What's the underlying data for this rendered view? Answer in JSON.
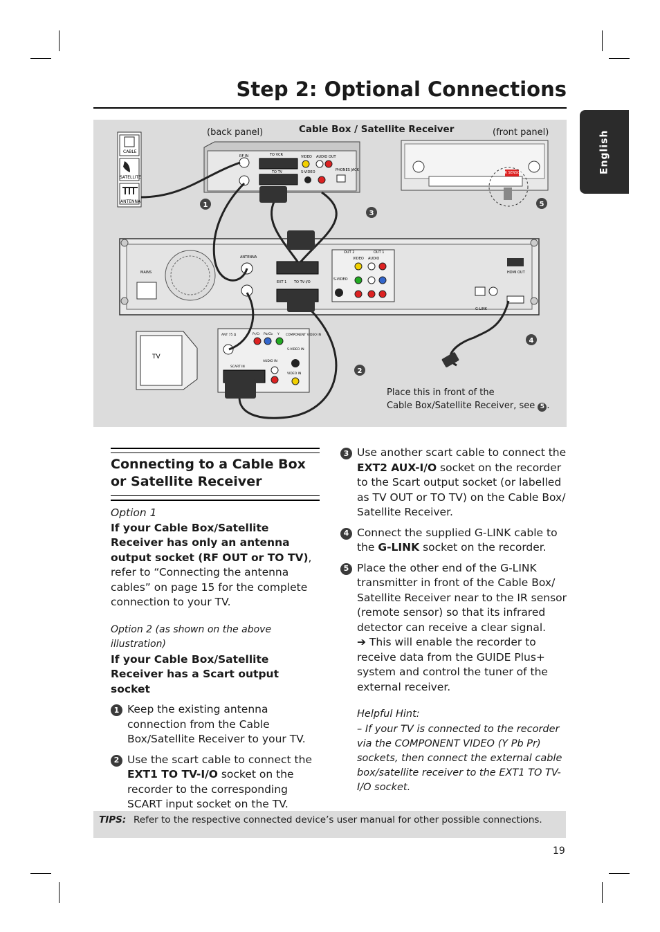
{
  "page": {
    "title": "Step 2: Optional Connections",
    "language_tab": "English",
    "page_number": "19"
  },
  "illustration": {
    "back_panel_label": "(back panel)",
    "device_label": "Cable Box / Satellite Receiver",
    "front_panel_label": "(front panel)",
    "antenna_labels": [
      "CABLE",
      "SATELLITE",
      "ANTENNA"
    ],
    "device_sockets": [
      "RF IN",
      "TO VCR",
      "VIDEO",
      "AUDIO OUT",
      "S-VIDEO",
      "PHONES JACK",
      "TO TV"
    ],
    "ir_sensor": "IR SENSOR",
    "recorder_labels": [
      "MAINS",
      "ANTENNA",
      "EXT 1",
      "TO TV-I/O",
      "OUT 2",
      "OUT 1",
      "VIDEO",
      "AUDIO",
      "S-VIDEO",
      "HDMI OUT",
      "G-LINK"
    ],
    "tv_label": "TV",
    "tv_sockets": [
      "ANT 75 Ω",
      "Pr/Cr",
      "Pb/Cb",
      "Y",
      "COMPONENT VIDEO IN",
      "S-VIDEO IN",
      "SCART IN",
      "AUDIO IN",
      "VIDEO IN"
    ],
    "callouts": [
      "1",
      "2",
      "3",
      "4",
      "5"
    ],
    "note_line1": "Place this in front of the",
    "note_line2": "Cable Box/Satellite Receiver, see",
    "note_ref": "5"
  },
  "section": {
    "title": "Connecting to a Cable Box or Satellite Receiver",
    "option1_label": "Option 1",
    "option1_bold": "If your Cable Box/Satellite Receiver has only an antenna output socket (RF OUT or TO TV)",
    "option1_text": "refer to “Connecting the antenna cables” on page 15 for the complete connection to your TV.",
    "option2_label": "Option 2 (as shown on the above illustration)",
    "option2_bold": "If your Cable Box/Satellite Receiver has a Scart output socket",
    "steps": [
      {
        "num": "1",
        "pre": "Keep the existing antenna connection from the Cable Box/Satellite Receiver to your TV.",
        "bold": "",
        "post": ""
      },
      {
        "num": "2",
        "pre": "Use the scart cable to connect the ",
        "bold": "EXT1 TO TV-I/O",
        "post": " socket on the recorder to the corresponding SCART input socket on the TV."
      },
      {
        "num": "3",
        "pre": "Use another scart cable to connect the ",
        "bold": "EXT2 AUX-I/O",
        "post": " socket on the recorder to the Scart output socket (or labelled as TV OUT or TO TV) on the Cable Box/ Satellite Receiver."
      },
      {
        "num": "4",
        "pre": "Connect the supplied G-LINK cable to the ",
        "bold": "G-LINK",
        "post": " socket on the recorder."
      },
      {
        "num": "5",
        "pre": "Place the other end of the G-LINK transmitter in front of the Cable Box/ Satellite Receiver near to the IR sensor (remote sensor) so that its infrared detector can receive a clear signal.",
        "bold": "",
        "post": ""
      }
    ],
    "step5_result": "This will enable the recorder to receive data from the GUIDE Plus+ system and control the tuner of the external receiver.",
    "hint_title": "Helpful Hint:",
    "hint_text": "– If your TV is connected to the recorder via the COMPONENT VIDEO (Y Pb Pr) sockets, then connect the external cable box/satellite receiver to the EXT1 TO TV-I/O socket."
  },
  "tips": {
    "label": "TIPS:",
    "text": "Refer to the respective connected device’s user manual for other possible connections."
  }
}
